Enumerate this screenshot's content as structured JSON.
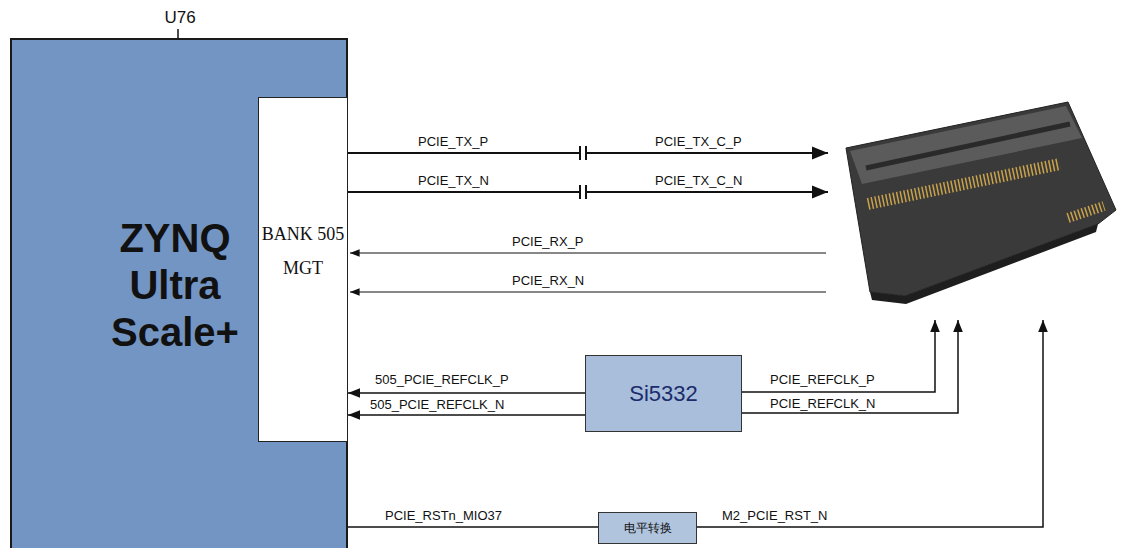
{
  "diagram": {
    "nodes": [
      {
        "text": [
          "U76",
          "ZYNQ Ultra Scale+"
        ]
      },
      {
        "text": [
          "BANK 505 MGT"
        ],
        "in": 0
      },
      {
        "text": [
          "Si5332"
        ]
      },
      {
        "text": [
          "电平转换"
        ]
      }
    ],
    "edges": [
      {
        "from": 2,
        "to": 1,
        "arrow": "to",
        "label": "505_PCIE_REFCLK_P"
      },
      {
        "from": 2,
        "to": 1,
        "arrow": "to",
        "label": "505_PCIE_REFCLK_N"
      },
      {
        "from": 0,
        "to": 3,
        "arrow": "none",
        "label": "PCIE_RSTn_MIO37"
      }
    ],
    "labels": [
      "PCIE_TX_P",
      "PCIE_TX_C_P",
      "PCIE_TX_N",
      "PCIE_TX_C_N",
      "PCIE_RX_P",
      "PCIE_RX_N",
      "PCIE_REFCLK_P",
      "PCIE_REFCLK_N",
      "M2_PCIE_RST_N"
    ]
  }
}
